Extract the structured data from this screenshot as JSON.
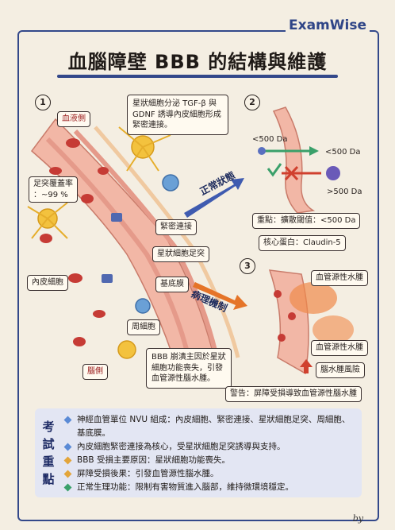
{
  "brand": "ExamWise",
  "title": "血腦障壁 BBB 的結構與維護",
  "section_numbers": [
    "1",
    "2",
    "3"
  ],
  "panel1": {
    "blood_side": "血液側",
    "astro_note": "星狀細胞分泌 TGF-β 與 GDNF 誘導內皮細胞形成緊密連接。",
    "coverage_line1": "足突覆蓋率",
    "coverage_line2": "：~99 %",
    "tight_junction": "緊密連接",
    "astro_foot": "星狀細胞足突",
    "endothelial": "內皮細胞",
    "basement": "基底膜",
    "pericyte": "周細胞",
    "brain_side": "腦側"
  },
  "panel2": {
    "arrow_label": "正常狀態",
    "lt500_top": "<500 Da",
    "lt500_right": "<500 Da",
    "gt500": ">500 Da",
    "key_point": "重點：擴散閾值：<500 Da",
    "core_protein": "核心蛋白：Claudin-5"
  },
  "panel3": {
    "arrow_label": "病理機制",
    "cause": "BBB 崩潰主因於星狀細胞功能喪失，引發血管源性腦水腫。",
    "edema1": "血管源性水腫",
    "edema2": "血管源性水腫",
    "risk": "腦水腫風險",
    "warning": "警告：屏障受損導致血管源性腦水腫"
  },
  "summary": {
    "side_label": "考試重點",
    "items": [
      {
        "text": "神經血管單位 NVU 組成：內皮細胞、緊密連接、星狀細胞足突、周細胞、基底膜。",
        "color": "#5b8bd6"
      },
      {
        "text": "內皮細胞緊密連接為核心，受星狀細胞足突誘導與支持。",
        "color": "#5b8bd6"
      },
      {
        "text": "BBB 受損主要原因：星狀細胞功能喪失。",
        "color": "#e3a53a"
      },
      {
        "text": "屏障受損後果：引發血管源性腦水腫。",
        "color": "#e3a53a"
      },
      {
        "text": "正常生理功能：限制有害物質進入腦部，維持微環境穩定。",
        "color": "#3aa06a"
      }
    ]
  },
  "footer": "by"
}
